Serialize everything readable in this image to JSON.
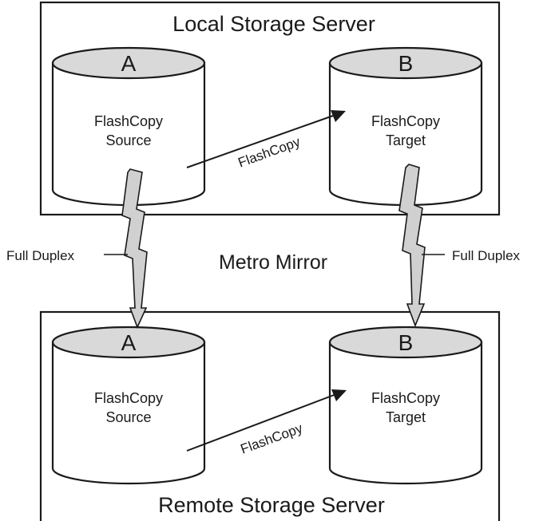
{
  "local_server": {
    "title": "Local Storage Server",
    "volume_a": {
      "letter": "A",
      "line1": "FlashCopy",
      "line2": "Source"
    },
    "volume_b": {
      "letter": "B",
      "line1": "FlashCopy",
      "line2": "Target"
    },
    "flashcopy_label": "FlashCopy"
  },
  "remote_server": {
    "title": "Remote Storage Server",
    "volume_a": {
      "letter": "A",
      "line1": "FlashCopy",
      "line2": "Source"
    },
    "volume_b": {
      "letter": "B",
      "line1": "FlashCopy",
      "line2": "Target"
    },
    "flashcopy_label": "FlashCopy"
  },
  "links": {
    "left_label": "Full Duplex",
    "right_label": "Full Duplex",
    "center_label": "Metro Mirror"
  }
}
